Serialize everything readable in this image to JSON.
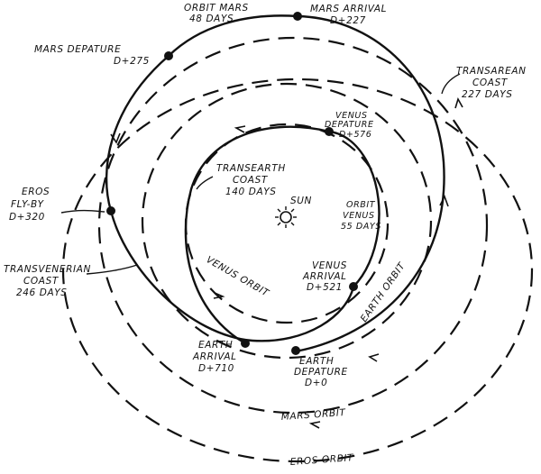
{
  "labels": {
    "orbit_mars_top": [
      "ORBIT MARS",
      "48 DAYS"
    ],
    "mars_arrival": [
      "MARS ARRIVAL",
      "D+227"
    ],
    "mars_departure": [
      "MARS DEPATURE",
      "D+275"
    ],
    "transarean": [
      "TRANSAREAN",
      "COAST",
      "227 DAYS"
    ],
    "venus_departure": [
      "VENUS",
      "DEPATURE",
      "D+576"
    ],
    "transearth": [
      "TRANSEARTH",
      "COAST",
      "140 DAYS"
    ],
    "sun": "SUN",
    "orbit_venus": [
      "ORBIT",
      "VENUS",
      "55 DAYS"
    ],
    "eros": [
      "EROS",
      "FLY-BY",
      "D+320"
    ],
    "transvenerian": [
      "TRANSVENERIAN",
      "COAST",
      "246 DAYS"
    ],
    "venus_orbit": "VENUS ORBIT",
    "venus_arrival": [
      "VENUS",
      "ARRIVAL",
      "D+521"
    ],
    "earth_orbit": "EARTH ORBIT",
    "earth_arrival": [
      "EARTH",
      "ARRIVAL",
      "D+710"
    ],
    "earth_departure": [
      "EARTH",
      "DEPATURE",
      "D+0"
    ],
    "mars_orbit": "MARS ORBIT",
    "eros_orbit": "EROS ORBIT"
  }
}
